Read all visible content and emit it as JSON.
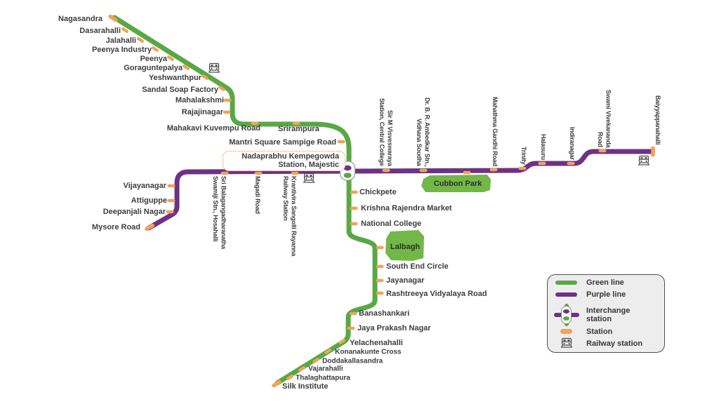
{
  "colors": {
    "green_line": "#58A843",
    "purple_line": "#6E3282",
    "station_marker": "#F0A35A",
    "park_fill": "#72B747",
    "label_text": "#3D3D3D"
  },
  "interchange": {
    "line1": "Nadaprabhu Kempegowda",
    "line2": "Station, Majestic"
  },
  "parks": {
    "cubbon_park": "Cubbon Park",
    "lalbagh": "Lalbagh"
  },
  "stations": {
    "nagasandra": "Nagasandra",
    "dasarahalli": "Dasarahalli",
    "jalahalli": "Jalahalli",
    "peenya_industry": "Peenya Industry",
    "peenya": "Peenya",
    "goraguntepalya": "Goraguntepalya",
    "yeshwanthpur": "Yeshwanthpur",
    "sandal_soap_factory": "Sandal Soap Factory",
    "mahalakshmi": "Mahalakshmi",
    "rajajinagar": "Rajajinagar",
    "mahakavi_kuvempu_road": "Mahakavi Kuvempu Road",
    "srirampura": "Srirampura",
    "mantri_square_sampige_road": "Mantri Square Sampige Road",
    "chickpete": "Chickpete",
    "krishna_rajendra_market": "Krishna Rajendra Market",
    "national_college": "National College",
    "south_end_circle": "South End Circle",
    "jayanagar": "Jayanagar",
    "rashtreeya_vidyalaya_road": "Rashtreeya Vidyalaya Road",
    "banashankari": "Banashankari",
    "jaya_prakash_nagar": "Jaya Prakash Nagar",
    "yelachenahalli": "Yelachenahalli",
    "konanakunte_cross": "Konanakunte Cross",
    "doddakallasandra": "Doddakallasandra",
    "vajarahalli": "Vajarahalli",
    "thalaghattapura": "Thalaghattapura",
    "silk_institute": "Silk Institute",
    "vijayanagar": "Vijayanagar",
    "attiguppe": "Attiguppe",
    "deepanjali_nagar": "Deepanjali Nagar",
    "mysore_road": "Mysore Road",
    "sri_balagangadharanatha": [
      "Sri Balagangadharanatha",
      "Swamiji Stn., Hosahalli"
    ],
    "magadi_road": "Magadi Road",
    "krantivira_sangolli_rayanna": [
      "Krantivira Sangolli Rayanna",
      "Railway Station"
    ],
    "sir_m_visveswaraya": [
      "Sir M Visveswaraya",
      "Station, Central College"
    ],
    "dr_br_ambedkar": [
      "Dr. B. R. Ambedkar Stn.,",
      "Vidhana Soudha"
    ],
    "mahathma_gandhi_road": "Mahathma Gandhi Road",
    "trinity": "Trinity",
    "halasuru": "Halasuru",
    "indiranagar": "Indiranagar",
    "swami_vivekananda_road": [
      "Swami Vivekananda",
      "Road"
    ],
    "baiyyappanahalli": "Baiyyappanahalli"
  },
  "legend": {
    "green_line": "Green line",
    "purple_line": "Purple line",
    "interchange": [
      "Interchange",
      "station"
    ],
    "station": "Station",
    "railway_station": "Railway station"
  }
}
